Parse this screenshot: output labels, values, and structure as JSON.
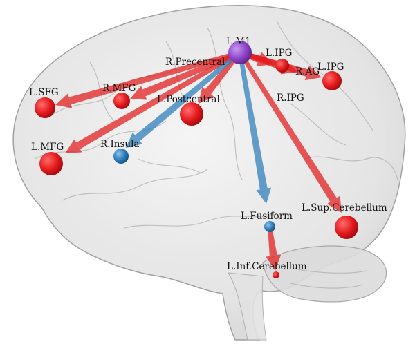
{
  "hub": {
    "label": "L.M1",
    "color": "#8e44c9"
  },
  "colors": {
    "positive": "#e31a1c",
    "negative": "#2b7bba",
    "brain": "#c9c9c9"
  },
  "nodes": [
    {
      "id": "r_precentral",
      "label": "R.Precentral",
      "kind": "label-only"
    },
    {
      "id": "l_ipg",
      "label": "L.IPG",
      "kind": "red"
    },
    {
      "id": "r_ag",
      "label": "R.AG",
      "kind": "red"
    },
    {
      "id": "l_ipg2",
      "label": "L.IPG",
      "kind": "red"
    },
    {
      "id": "r_ipg",
      "label": "R.IPG",
      "kind": "label-only"
    },
    {
      "id": "l_sfg",
      "label": "L.SFG",
      "kind": "red"
    },
    {
      "id": "r_mfg",
      "label": "R.MFG",
      "kind": "red"
    },
    {
      "id": "l_postcentral",
      "label": "L.Postcentral",
      "kind": "red"
    },
    {
      "id": "l_mfg",
      "label": "L.MFG",
      "kind": "red"
    },
    {
      "id": "r_insula",
      "label": "R.Insula",
      "kind": "blue"
    },
    {
      "id": "l_fusiform",
      "label": "L.Fusiform",
      "kind": "blue"
    },
    {
      "id": "l_sup_cerebellum",
      "label": "L.Sup.Cerebellum",
      "kind": "red"
    },
    {
      "id": "l_inf_cerebellum",
      "label": "L.Inf.Cerebellum",
      "kind": "red"
    }
  ],
  "edges": [
    {
      "from": "hub",
      "to": "l_sfg",
      "sign": "positive"
    },
    {
      "from": "hub",
      "to": "r_mfg",
      "sign": "positive"
    },
    {
      "from": "hub",
      "to": "l_mfg",
      "sign": "positive"
    },
    {
      "from": "hub",
      "to": "l_postcentral",
      "sign": "positive"
    },
    {
      "from": "hub",
      "to": "r_insula",
      "sign": "negative"
    },
    {
      "from": "hub",
      "to": "l_fusiform",
      "sign": "negative"
    },
    {
      "from": "hub",
      "to": "l_sup_cerebellum",
      "sign": "positive"
    },
    {
      "from": "hub",
      "to": "l_ipg",
      "sign": "positive"
    },
    {
      "from": "hub",
      "to": "r_ag",
      "sign": "positive"
    },
    {
      "from": "hub",
      "to": "l_ipg2",
      "sign": "positive"
    },
    {
      "from": "l_fusiform",
      "to": "l_inf_cerebellum",
      "sign": "positive"
    }
  ]
}
